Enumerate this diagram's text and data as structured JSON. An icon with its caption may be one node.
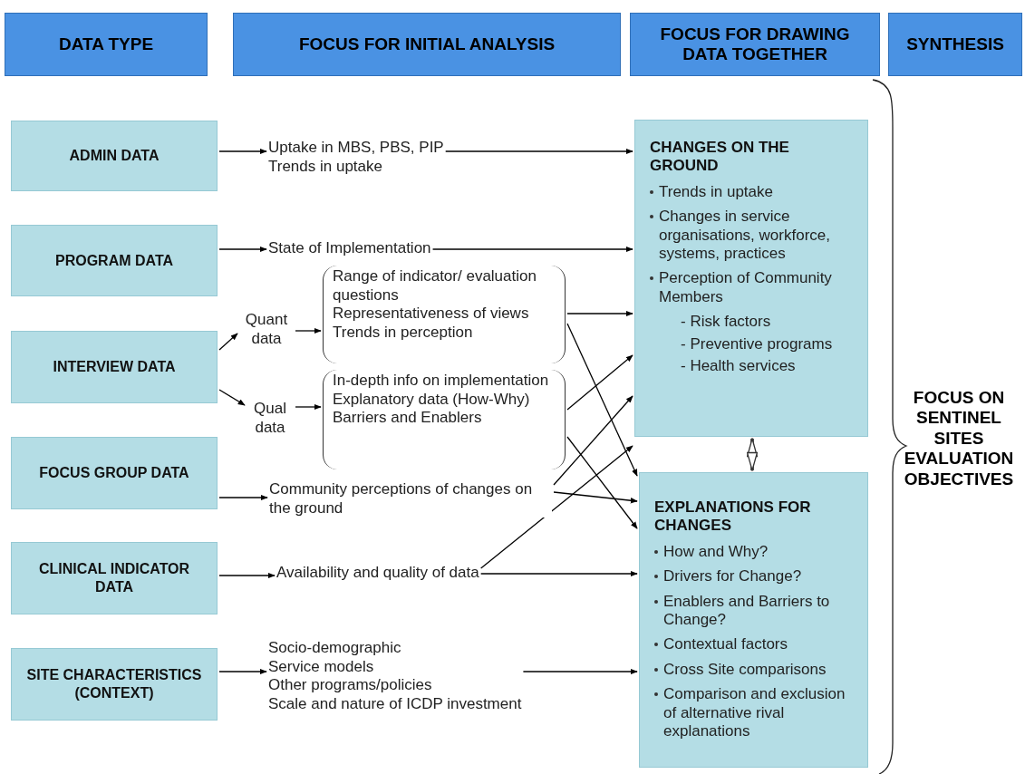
{
  "diagram": {
    "nodes": [
      {
        "text": [
          "DATA TYPE"
        ]
      },
      {
        "text": [
          "FOCUS FOR INITIAL ANALYSIS"
        ]
      },
      {
        "text": [
          "FOCUS FOR DRAWING DATA TOGETHER"
        ]
      },
      {
        "text": [
          "SYNTHESIS"
        ]
      },
      {
        "text": [
          "ADMIN DATA"
        ]
      },
      {
        "text": [
          "PROGRAM DATA"
        ]
      },
      {
        "text": [
          "INTERVIEW DATA"
        ]
      },
      {
        "text": [
          "FOCUS GROUP DATA"
        ]
      },
      {
        "text": [
          "CLINICAL INDICATOR DATA"
        ]
      },
      {
        "text": [
          "SITE CHARACTERISTICS (CONTEXT)"
        ]
      },
      {
        "text": [
          "Uptake in MBS, PBS, PIP",
          "Trends in uptake"
        ]
      },
      {
        "text": [
          "State of Implementation"
        ]
      },
      {
        "text": [
          "Quant data"
        ]
      },
      {
        "text": [
          "Range of indicator/ evaluation questions",
          "Representativeness of views",
          "Trends in perception"
        ]
      },
      {
        "text": [
          "Qual data"
        ]
      },
      {
        "text": [
          "In-depth info on implementation",
          "Explanatory data (How-Why)",
          "Barriers and Enablers"
        ]
      },
      {
        "text": [
          "Community perceptions of changes on the ground"
        ]
      },
      {
        "text": [
          "Availability and quality of data"
        ]
      },
      {
        "text": [
          "Socio-demographic",
          "Service models",
          "Other programs/policies",
          "Scale and nature of ICDP investment"
        ]
      },
      {
        "text": [
          "CHANGES ON THE GROUND",
          "Trends in uptake",
          "Changes in service organisations, workforce, systems, practices",
          "Perception of Community Members",
          "- Risk factors",
          "- Preventive programs",
          "- Health services"
        ]
      },
      {
        "text": [
          "EXPLANATIONS FOR CHANGES",
          "How and Why?",
          "Drivers for Change?",
          "Enablers and Barriers to Change?",
          "Contextual factors",
          "Cross Site comparisons",
          "Comparison and exclusion of alternative rival explanations"
        ]
      }
    ],
    "edges": [
      {
        "from": 4,
        "to": 10,
        "arrow": "to"
      },
      {
        "from": 10,
        "to": 19,
        "arrow": "to"
      },
      {
        "from": 5,
        "to": 11,
        "arrow": "to"
      },
      {
        "from": 11,
        "to": 19,
        "arrow": "to"
      },
      {
        "from": 6,
        "to": 12,
        "arrow": "to"
      },
      {
        "from": 12,
        "to": 13,
        "arrow": "to"
      },
      {
        "from": 13,
        "to": 19,
        "arrow": "to"
      },
      {
        "from": 13,
        "to": 20,
        "arrow": "to"
      },
      {
        "from": 6,
        "to": 14,
        "arrow": "to"
      },
      {
        "from": 14,
        "to": 15,
        "arrow": "to"
      },
      {
        "from": 15,
        "to": 19,
        "arrow": "to"
      },
      {
        "from": 15,
        "to": 20,
        "arrow": "to"
      },
      {
        "from": 7,
        "to": 16,
        "arrow": "to"
      },
      {
        "from": 16,
        "to": 19,
        "arrow": "to"
      },
      {
        "from": 16,
        "to": 20,
        "arrow": "to"
      },
      {
        "from": 8,
        "to": 17,
        "arrow": "to"
      },
      {
        "from": 17,
        "to": 19,
        "arrow": "to"
      },
      {
        "from": 17,
        "to": 20,
        "arrow": "to"
      },
      {
        "from": 9,
        "to": 18,
        "arrow": "to"
      },
      {
        "from": 18,
        "to": 20,
        "arrow": "to"
      },
      {
        "from": 19,
        "to": 20,
        "arrow": "both",
        "style": "thick"
      }
    ],
    "labels": [
      "FOCUS ON SENTINEL SITES EVALUATION OBJECTIVES"
    ]
  }
}
